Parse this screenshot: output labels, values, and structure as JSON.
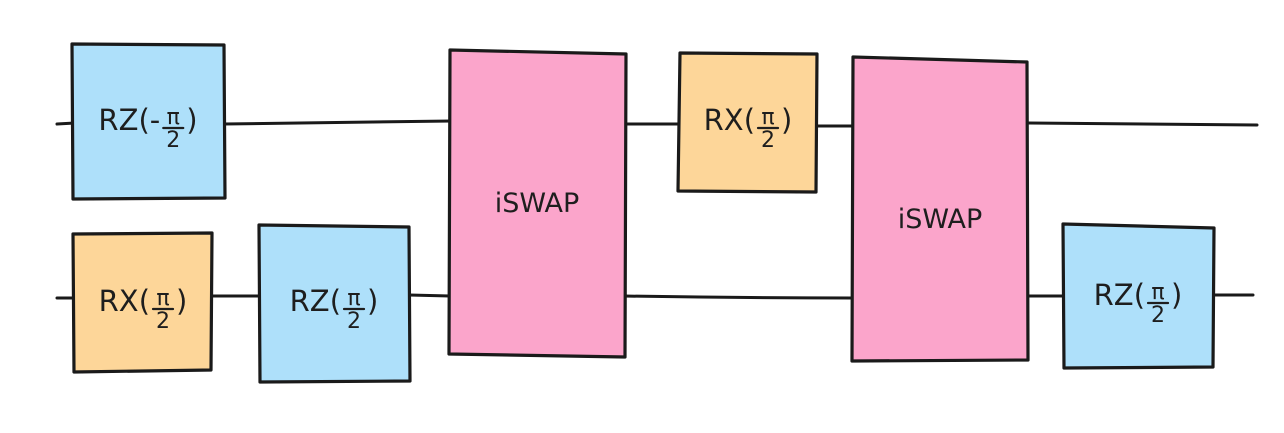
{
  "colors": {
    "rz_fill": "#aee0fa",
    "rx_fill": "#fdd699",
    "iswap_fill": "#fba5cb",
    "wire": "#1a1a1a"
  },
  "gates": [
    {
      "id": "g1",
      "op": "RZ",
      "sign": "-",
      "num": "π",
      "den": "2"
    },
    {
      "id": "g2",
      "op": "RX",
      "sign": "",
      "num": "π",
      "den": "2"
    },
    {
      "id": "g3",
      "op": "RZ",
      "sign": "",
      "num": "π",
      "den": "2"
    },
    {
      "id": "g4",
      "op": "iSWAP"
    },
    {
      "id": "g5",
      "op": "RX",
      "sign": "",
      "num": "π",
      "den": "2"
    },
    {
      "id": "g6",
      "op": "iSWAP"
    },
    {
      "id": "g7",
      "op": "RZ",
      "sign": "",
      "num": "π",
      "den": "2"
    }
  ]
}
